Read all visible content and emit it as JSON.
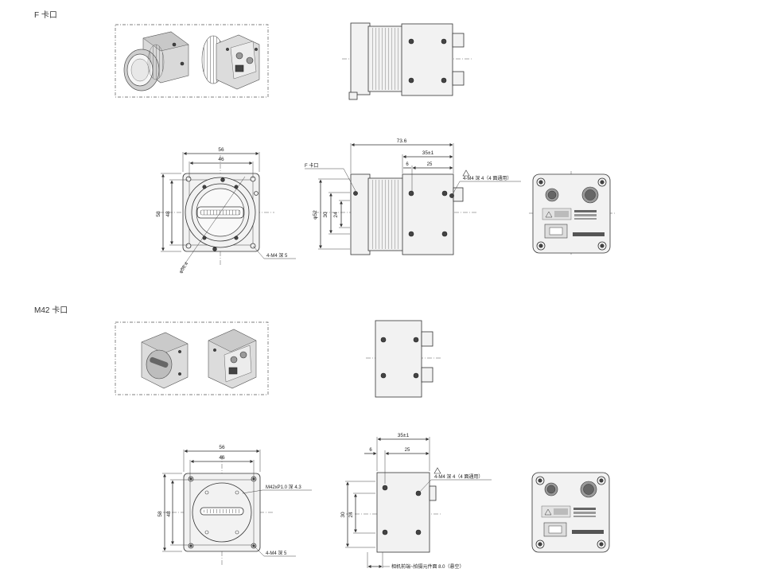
{
  "sections": {
    "f_mount": {
      "title": "F 卡口"
    },
    "m42_mount": {
      "title": "M42 卡口"
    }
  },
  "f_front": {
    "width_outer": "56",
    "width_inner": "46",
    "height_outer": "58",
    "height_inner": "48",
    "diameter": "φ56.4",
    "holes": "4-M4 深 5"
  },
  "f_side": {
    "length_total": "73.6",
    "length_body": "35±1",
    "offset_a": "6",
    "offset_b": "25",
    "mount_label": "F 卡口",
    "dia_52": "φ52",
    "h_30": "30",
    "h_24": "24",
    "holes_note": "4-M4 深 4（4 面通用）"
  },
  "m42_front": {
    "width_outer": "56",
    "width_inner": "46",
    "height_outer": "58",
    "height_inner": "48",
    "thread": "M42xP1.0 深 4.3",
    "holes": "4-M4 深 5"
  },
  "m42_side": {
    "length_body": "35±1",
    "offset_a": "6",
    "offset_b": "25",
    "h_30": "30",
    "h_24": "24",
    "holes_note": "4-M4 深 4（4 面通用）",
    "flange_note": "相机前端~拍摄元件面 8.0（悬空）"
  }
}
